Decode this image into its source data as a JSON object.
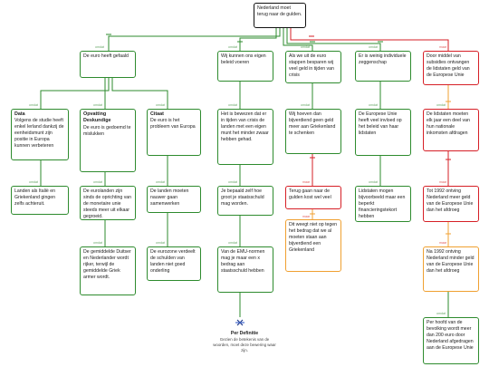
{
  "nodes": {
    "root": "Nederland moet terug naar de gulden.",
    "euro_gefaald": "De euro heeft gefaald",
    "eigen_beleid": "Wij kunnen ons eigen beleid voeren",
    "uit_de_euro": "Als we uit de euro stappen besparen wij veel geld in tijden van crisis",
    "zeggenschap": "Er is weinig individuele zeggenschap",
    "subsidies": "Door middel van subsidies ontvangen de lidstaten geld van de Europese Unie",
    "data_title": "Data",
    "data_text": "Volgens de studie heeft enkel Ierland dankzij de eenheidsmunt zijn positie in Europa kunnen verbeteren",
    "opvatting_title": "Opvatting Deskundige",
    "opvatting_text": "De euro is gedoemd te mislukken",
    "citaat_title": "Citaat",
    "citaat_text": "De euro is het probleem van Europa",
    "bewezen": "Het is bewezen dat er in tijden van crisis de landen met een eigen munt het minder zwaar hebben gehad.",
    "bijverdiend": "Wij hoeven dan bijverdiend geen geld meer aan Griekenland te schenken",
    "invloed": "De Europese Unie heeft veel invloed op het beleid van haar lidstaten",
    "lidstaten_meer": "De lidstaten moeten elk jaar een deel van hun nationale inkomsten afdragen",
    "landen_afhankelijk": "Landen als Italië en Griekenland gingen zelfs achteruit.",
    "sinds_oprichting": "De eurolanden zijn sinds de oprichting van de monetaire unie steeds meer uit elkaar gegroeid.",
    "samenwerken": "De landen moeten nauwer gaan samenwerken",
    "zelf_prijs": "Je bepaald zelf hoe groot je staatsschuld mag worden.",
    "terug_gaan": "Terug gaan naar de gulden kost wel veel",
    "lidstaten_mogen": "Lidstaten mogen bijvoorbeeld maar een beperkt financieringstekort hebben",
    "tot_1992": "Tot 1992 ontving Nederland meer geld van de Europese Unie dan het afdroeg",
    "gemiddelde": "De gemiddelde Duitser en Nederlander wordt rijker, terwijl de gemiddelde Griek armer wordt.",
    "eurozone": "De eurozone verdeelt de schulden van landen niet goed onderling",
    "emu_normen": "Van de EMU-normen mag je maar een x bedrag aan staatsschuld hebben",
    "weegt_niet_op": "Dit weegt niet op tegen het bedrag dat we al moeten staan aan bijverdiend een Griekenland",
    "na_1992": "Na 1992 ontving Nederland minder geld van de Europese Unie dan het afdroeg",
    "per_hoofd": "Per hoofd van de bevolking wordt meer dan 200 euro door Nederland afgedragen aan de Europese Unie"
  },
  "tags": {
    "omdat": "omdat",
    "maar": "maar"
  },
  "definition": {
    "title": "Per Definitie",
    "text": "Gezien de betekenis van de woorden, moet deze bewering waar zijn."
  },
  "colors": {
    "support": "#2e8b2e",
    "oppose": "#d61f26",
    "rebuttal": "#f0a030",
    "root_border": "#111111"
  }
}
